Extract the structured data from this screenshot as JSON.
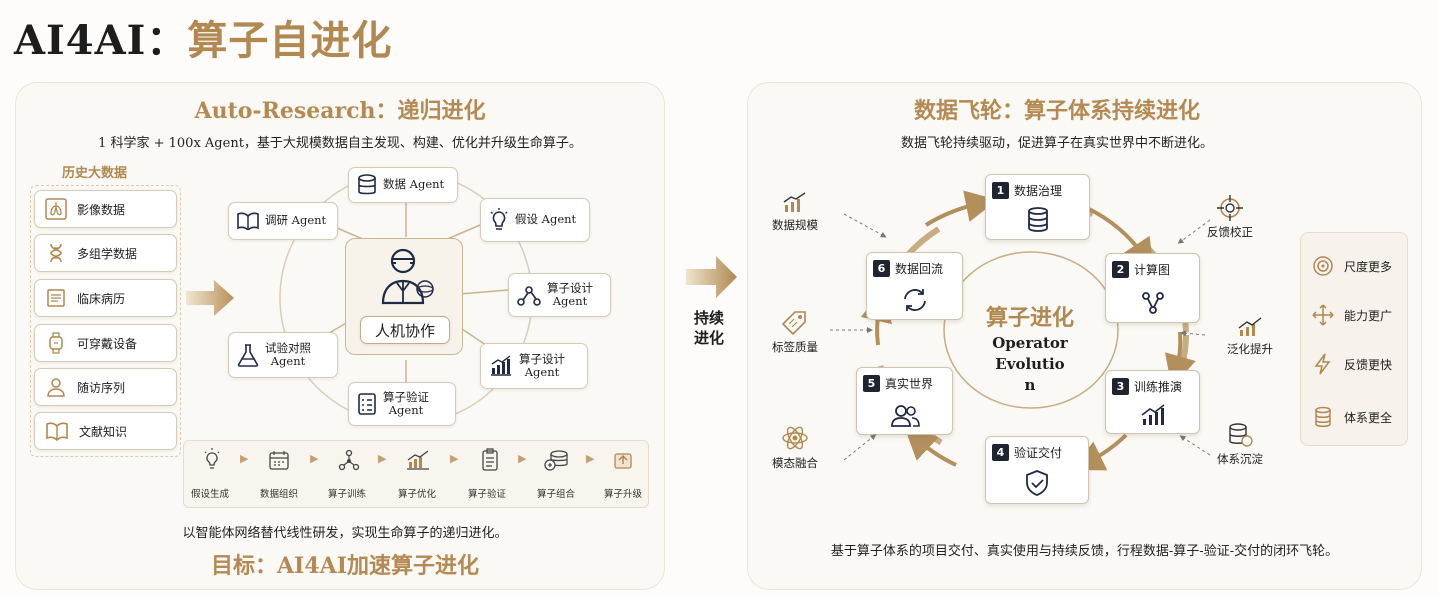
{
  "header": {
    "title_en": "AI4AI：",
    "title_cn": "算子自进化"
  },
  "left": {
    "title": "Auto-Research：递归进化",
    "subtitle": "1 科学家 + 100x Agent，基于大规模数据自主发现、构建、优化并升级生命算子。",
    "sources_title": "历史大数据",
    "sources": [
      {
        "label": "影像数据",
        "icon": "lungs-icon"
      },
      {
        "label": "多组学数据",
        "icon": "dna-icon"
      },
      {
        "label": "临床病历",
        "icon": "records-icon"
      },
      {
        "label": "可穿戴设备",
        "icon": "watch-icon"
      },
      {
        "label": "随访序列",
        "icon": "patient-icon"
      },
      {
        "label": "文献知识",
        "icon": "book-icon"
      }
    ],
    "center_label": "人机协作",
    "agents": {
      "data": "数据 Agent",
      "research": "调研 Agent",
      "hypo": "假设 Agent",
      "design1_a": "算子设计",
      "design1_b": "Agent",
      "design2_a": "算子设计",
      "design2_b": "Agent",
      "verify_a": "算子验证",
      "verify_b": "Agent",
      "exp_a": "试验对照",
      "exp_b": "Agent"
    },
    "pipeline": [
      "假设生成",
      "数据组织",
      "算子训练",
      "算子优化",
      "算子验证",
      "算子组合",
      "算子升级"
    ],
    "footer_text": "以智能体网络替代线性研发，实现生命算子的递归进化。",
    "goal": "目标：AI4AI加速算子进化"
  },
  "middle": {
    "line1": "持续",
    "line2": "进化"
  },
  "right": {
    "title": "数据飞轮：算子体系持续进化",
    "subtitle": "数据飞轮持续驱动，促进算子在真实世界中不断进化。",
    "center_cn": "算子进化",
    "center_en1": "Operator",
    "center_en2": "Evolutio",
    "center_en3": "n",
    "steps": [
      {
        "num": "1",
        "label": "数据治理"
      },
      {
        "num": "2",
        "label": "计算图"
      },
      {
        "num": "3",
        "label": "训练推演"
      },
      {
        "num": "4",
        "label": "验证交付"
      },
      {
        "num": "5",
        "label": "真实世界"
      },
      {
        "num": "6",
        "label": "数据回流"
      }
    ],
    "outer": {
      "scale": "数据规模",
      "feedback": "反馈校正",
      "generalize": "泛化提升",
      "system": "体系沉淀",
      "fusion": "模态融合",
      "label_q": "标签质量"
    },
    "benefits": [
      "尺度更多",
      "能力更广",
      "反馈更快",
      "体系更全"
    ],
    "footer": "基于算子体系的项目交付、真实使用与持续反馈，行程数据-算子-验证-交付的闭环飞轮。"
  },
  "colors": {
    "gold": "#b08850",
    "dark": "#1f2430"
  }
}
